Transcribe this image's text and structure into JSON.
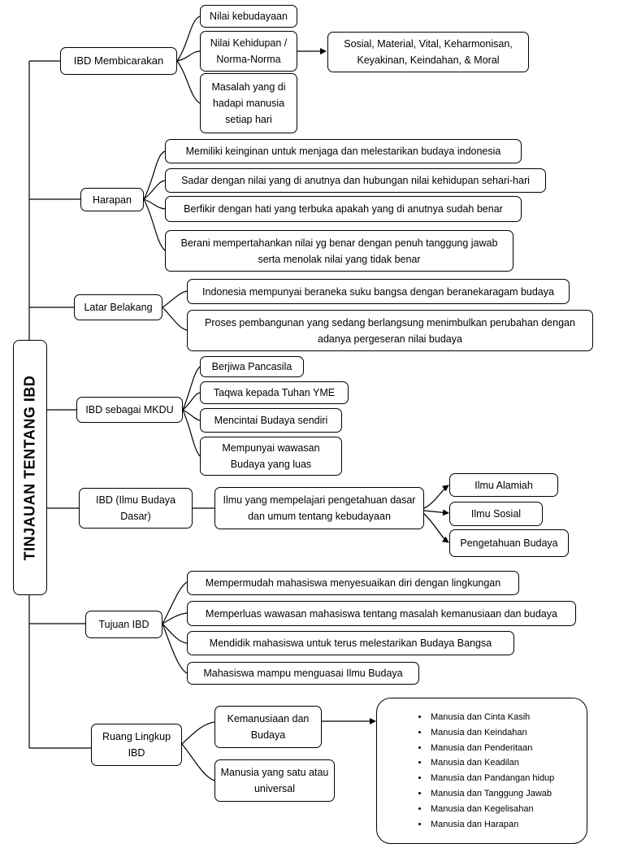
{
  "root": {
    "title": "TINJAUAN TENTANG IBD"
  },
  "sections": {
    "membicarakan": {
      "label": "IBD Membicarakan",
      "items": [
        "Nilai kebudayaan",
        "Nilai Kehidupan / Norma-Norma",
        "Masalah yang di hadapi manusia setiap hari"
      ],
      "detail": "Sosial, Material, Vital, Keharmonisan, Keyakinan, Keindahan, & Moral"
    },
    "harapan": {
      "label": "Harapan",
      "items": [
        "Memiliki keinginan untuk menjaga  dan melestarikan budaya  indonesia",
        "Sadar dengan nilai yang di anutnya dan hubungan nilai kehidupan sehari-hari",
        "Berfikir dengan hati yang terbuka apakah yang di anutnya sudah benar",
        "Berani mempertahankan nilai yg benar dengan penuh tanggung jawab serta menolak  nilai yang tidak benar"
      ]
    },
    "latar": {
      "label": "Latar Belakang",
      "items": [
        "Indonesia mempunyai beraneka suku bangsa dengan beranekaragam budaya",
        "Proses pembangunan yang sedang berlangsung menimbulkan perubahan dengan adanya pergeseran nilai budaya"
      ]
    },
    "mkdu": {
      "label": "IBD sebagai MKDU",
      "items": [
        "Berjiwa Pancasila",
        "Taqwa kepada Tuhan YME",
        "Mencintai Budaya sendiri",
        "Mempunyai wawasan Budaya yang luas"
      ]
    },
    "ibd": {
      "label": "IBD (Ilmu Budaya Dasar)",
      "definition": "Ilmu yang mempelajari pengetahuan dasar dan umum tentang kebudayaan",
      "branches": [
        "Ilmu Alamiah",
        "Ilmu Sosial",
        "Pengetahuan Budaya"
      ]
    },
    "tujuan": {
      "label": "Tujuan IBD",
      "items": [
        "Mempermudah mahasiswa menyesuaikan diri dengan lingkungan",
        "Memperluas wawasan mahasiswa tentang masalah kemanusiaan dan budaya",
        "Mendidik mahasiswa untuk terus melestarikan Budaya Bangsa",
        "Mahasiswa mampu menguasai Ilmu Budaya"
      ]
    },
    "ruang": {
      "label": "Ruang Lingkup IBD",
      "items": [
        "Kemanusiaan dan Budaya",
        "Manusia yang satu atau universal"
      ],
      "list": [
        "Manusia dan Cinta Kasih",
        "Manusia dan Keindahan",
        "Manusia dan Penderitaan",
        "Manusia dan Keadilan",
        "Manusia dan Pandangan hidup",
        "Manusia dan Tanggung Jawab",
        "Manusia dan Kegelisahan",
        "Manusia dan Harapan"
      ]
    }
  }
}
